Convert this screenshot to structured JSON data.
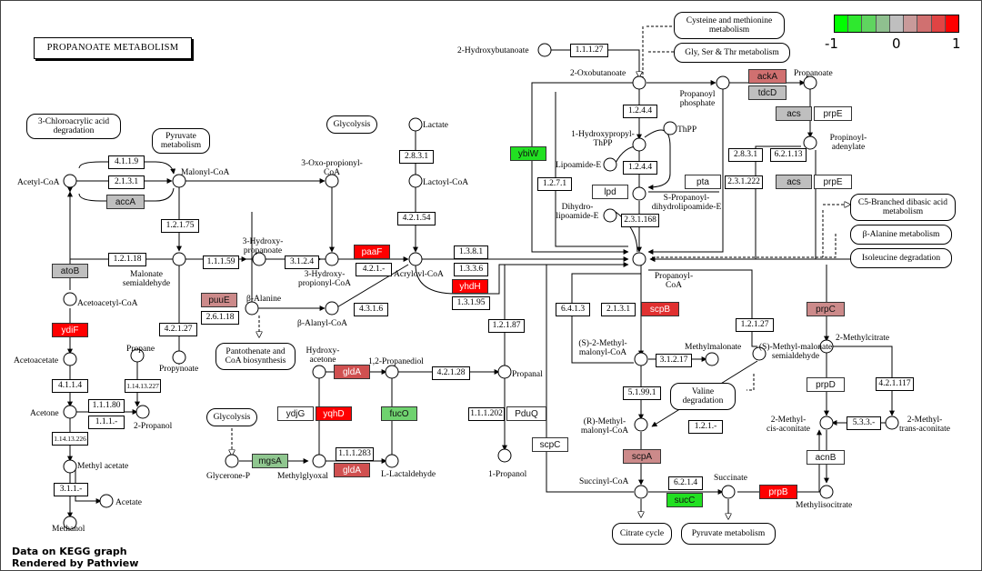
{
  "title": "PROPANOATE METABOLISM",
  "footer": [
    "Data on KEGG graph",
    "Rendered by Pathview"
  ],
  "legend": {
    "ticks": [
      "-1",
      "0",
      "1"
    ],
    "colors": [
      "#00ff00",
      "#2fe82f",
      "#5fd45f",
      "#8fc08f",
      "#bfbfbf",
      "#c89a9a",
      "#d07070",
      "#e04444",
      "#ff0000"
    ]
  },
  "colors": {
    "red": "#ff0000",
    "redmid": "#e04444",
    "pink": "#cc8a8a",
    "green": "#2ee02e",
    "ltgreen": "#6fd26f",
    "gray": "#bfbfbf",
    "white": "#ffffff"
  },
  "compounds": {
    "acetyl_coa": "Acetyl-CoA",
    "chloroacrylic": "3-Chloroacrylic acid degradation",
    "pyruvate1": "Pyruvate metabolism",
    "malonyl_coa": "Malonyl-CoA",
    "oxo": "3-Oxo-propionyl-CoA",
    "glycolysis1": "Glycolysis",
    "lactate": "Lactate",
    "lactoyl": "Lactoyl-CoA",
    "hydroxypropanoate": "3-Hydroxy-propanoate",
    "malonate_sa": "Malonate semialdehyde",
    "hydroxyprop_coa": "3-Hydroxy-propionyl-CoA",
    "acryloyl": "Acrylovl-CoA",
    "balanine": "β-Alanine",
    "balanyl": "β-Alanyl-CoA",
    "pantothenate": "Pantothenate and CoA biosynthesis",
    "acetoacetyl": "Acetoacetyl-CoA",
    "acetoacetate": "Acetoacetate",
    "propane": "Propane",
    "propynoate": "Propynoate",
    "acetone": "Acetone",
    "propanol2": "2-Propanol",
    "methylacetate": "Methyl acetate",
    "acetate": "Acetate",
    "methanol": "Methanol",
    "hydroxyacetone": "Hydroxy-acetone",
    "propanediol": "1,2-Propanediol",
    "propanal": "Propanal",
    "propanol1": "1-Propanol",
    "glycolysis2": "Glycolysis",
    "glyceroneP": "Glycerone-P",
    "methylglyoxal": "Methylglyoxal",
    "lactaldehyde": "L-Lactaldehyde",
    "hydroxybutanoate": "2-Hydroxybutanoate",
    "oxobutanoate": "2-Oxobutanoate",
    "cysteine": "Cysteine and methionine metabolism",
    "glyser": "Gly, Ser & Thr metabolism",
    "propanoate": "Propanoate",
    "propanoylP": "Propanoyl phosphate",
    "hydroxypropylthpp": "1-Hydroxypropyl-ThPP",
    "thpp": "ThPP",
    "lipoamideE": "Lipoamide-E",
    "dihydrolipo": "Dihydro-lipoamide-E",
    "spropanoyl": "S-Propanoyl-dihydrolipoamide-E",
    "propadenylate": "Propinoyl-adenylate",
    "c5branched": "C5-Branched dibasic acid metabolism",
    "balaninemet": "β-Alanine metabolism",
    "isoleucine": "Isoleucine degradation",
    "propanoylcoa": "Propanoyl-CoA",
    "smethylmalonyl": "(S)-2-Methyl-malonyl-CoA",
    "methylmalonate": "Methylmalonate",
    "smethylmalonate_sa": "(S)-Methyl-malonate semialdehyde",
    "valine": "Valine degradation",
    "rmethylmalonyl": "(R)-Methyl-malonyl-CoA",
    "methylcitrate": "2-Methylcitrate",
    "methylcisaconitate": "2-Methyl-cis-aconitate",
    "methyltransaconitate": "2-Methyl-trans-aconitate",
    "succinylcoa": "Succinyl-CoA",
    "succinate": "Succinate",
    "methylisocitrate": "Methylisocitrate",
    "citrate": "Citrate cycle",
    "pyruvate2": "Pyruvate metabolism"
  },
  "ecs": {
    "e41119": "4.1.1.9",
    "e2131": "2.1.3.1",
    "e12175": "1.2.1.75",
    "e12118": "1.2.1.18",
    "e11159": "1.1.1.59",
    "e3124": "3.1.2.4",
    "e2831a": "2.8.3.1",
    "e42154": "4.2.1.54",
    "e138_1": "1.3.8.1",
    "e1336": "1.3.3.6",
    "e13195": "1.3.1.95",
    "e421": "4.2.1.-",
    "e26118": "2.6.1.18",
    "e4316": "4.3.1.6",
    "e42127a": "4.2.1.27",
    "e114133227": "1.14.13.227",
    "e4114": "4.1.1.4",
    "e11180": "1.1.1.80",
    "e111": "1.1.1.-",
    "e114133226": "1.14.13.226",
    "e311": "3.1.1.-",
    "e421028": "4.2.1.28",
    "e111283": "1.1.1.283",
    "e111202": "1.1.1.202",
    "e12187": "1.2.1.87",
    "e111127": "1.1.1.27",
    "e1244a": "1.2.4.4",
    "e1244b": "1.2.4.4",
    "e1271": "1.2.7.1",
    "e231168": "2.3.1.168",
    "e2831b": "2.8.3.1",
    "e23122": "2.3.1.222",
    "e62113": "6.2.1.13",
    "e6413": "6.4.1.3",
    "e2131b": "2.1.3.1",
    "e3127": "3.1.2.17",
    "e51991": "5.1.99.1",
    "e121": "1.2.1.-",
    "e12127": "1.2.1.27",
    "e42117": "4.2.1.117",
    "e533": "5.3.3.-",
    "e6214": "6.2.1.4"
  },
  "genes": {
    "accA": "accA",
    "atoB": "atoB",
    "ydiF": "ydiF",
    "paaF": "paaF",
    "yhdH": "yhdH",
    "puuE": "puuE",
    "ydjG": "ydjG",
    "yqhD": "yqhD",
    "gldA1": "gldA",
    "fucO": "fucO",
    "mgsA": "mgsA",
    "gldA2": "gldA",
    "pduQ": "PduQ",
    "ybiW": "ybiW",
    "lpd": "lpd",
    "ackA": "ackA",
    "tdcD": "tdcD",
    "acs1": "acs",
    "prpE1": "prpE",
    "pta": "pta",
    "acs2": "acs",
    "prpE2": "prpE",
    "scpB": "scpB",
    "prpC": "prpC",
    "prpD": "prpD",
    "scpC": "scpC",
    "scpA": "scpA",
    "acnB": "acnB",
    "sucC": "sucC",
    "prpB": "prpB"
  }
}
